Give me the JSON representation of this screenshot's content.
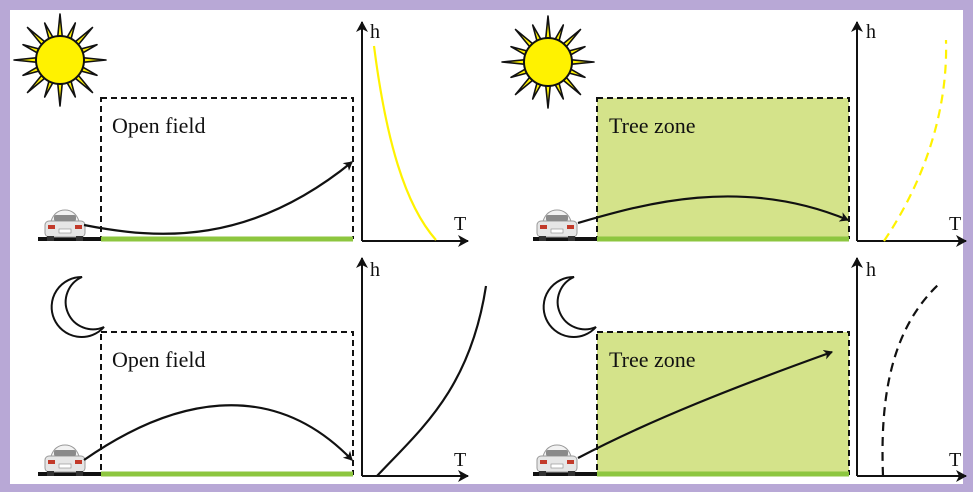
{
  "colors": {
    "frame": "#b8a8d6",
    "panel_bg": "#ffffff",
    "tree_fill": "#d4e38a",
    "ground_green": "#8dc63f",
    "sun_fill": "#fff200",
    "sun_ray": "#fff200",
    "curve_day": "#fff200",
    "curve_night": "#111111",
    "line": "#111111"
  },
  "panels": [
    {
      "id": "day-open-field",
      "time_icon": "sun-icon",
      "zone_label": "Open field",
      "zone_filled": false,
      "path_shape": "dip-then-rise",
      "axis_y_label": "h",
      "axis_x_label": "T",
      "profile_style": "solid",
      "profile_color": "yellow",
      "profile_trend": "temperature decreases with height"
    },
    {
      "id": "day-tree-zone",
      "time_icon": "sun-icon",
      "zone_label": "Tree zone",
      "zone_filled": true,
      "path_shape": "rise-then-descend",
      "axis_y_label": "h",
      "axis_x_label": "T",
      "profile_style": "dashed",
      "profile_color": "yellow",
      "profile_trend": "temperature increases with height"
    },
    {
      "id": "night-open-field",
      "time_icon": "crescent-moon-icon",
      "zone_label": "Open field",
      "zone_filled": false,
      "path_shape": "arc-down-to-ground",
      "axis_y_label": "h",
      "axis_x_label": "T",
      "profile_style": "solid",
      "profile_color": "black",
      "profile_trend": "temperature increases with height"
    },
    {
      "id": "night-tree-zone",
      "time_icon": "crescent-moon-icon",
      "zone_label": "Tree zone",
      "zone_filled": true,
      "path_shape": "rising",
      "axis_y_label": "h",
      "axis_x_label": "T",
      "profile_style": "dashed",
      "profile_color": "black",
      "profile_trend": "temperature increases with height"
    }
  ]
}
